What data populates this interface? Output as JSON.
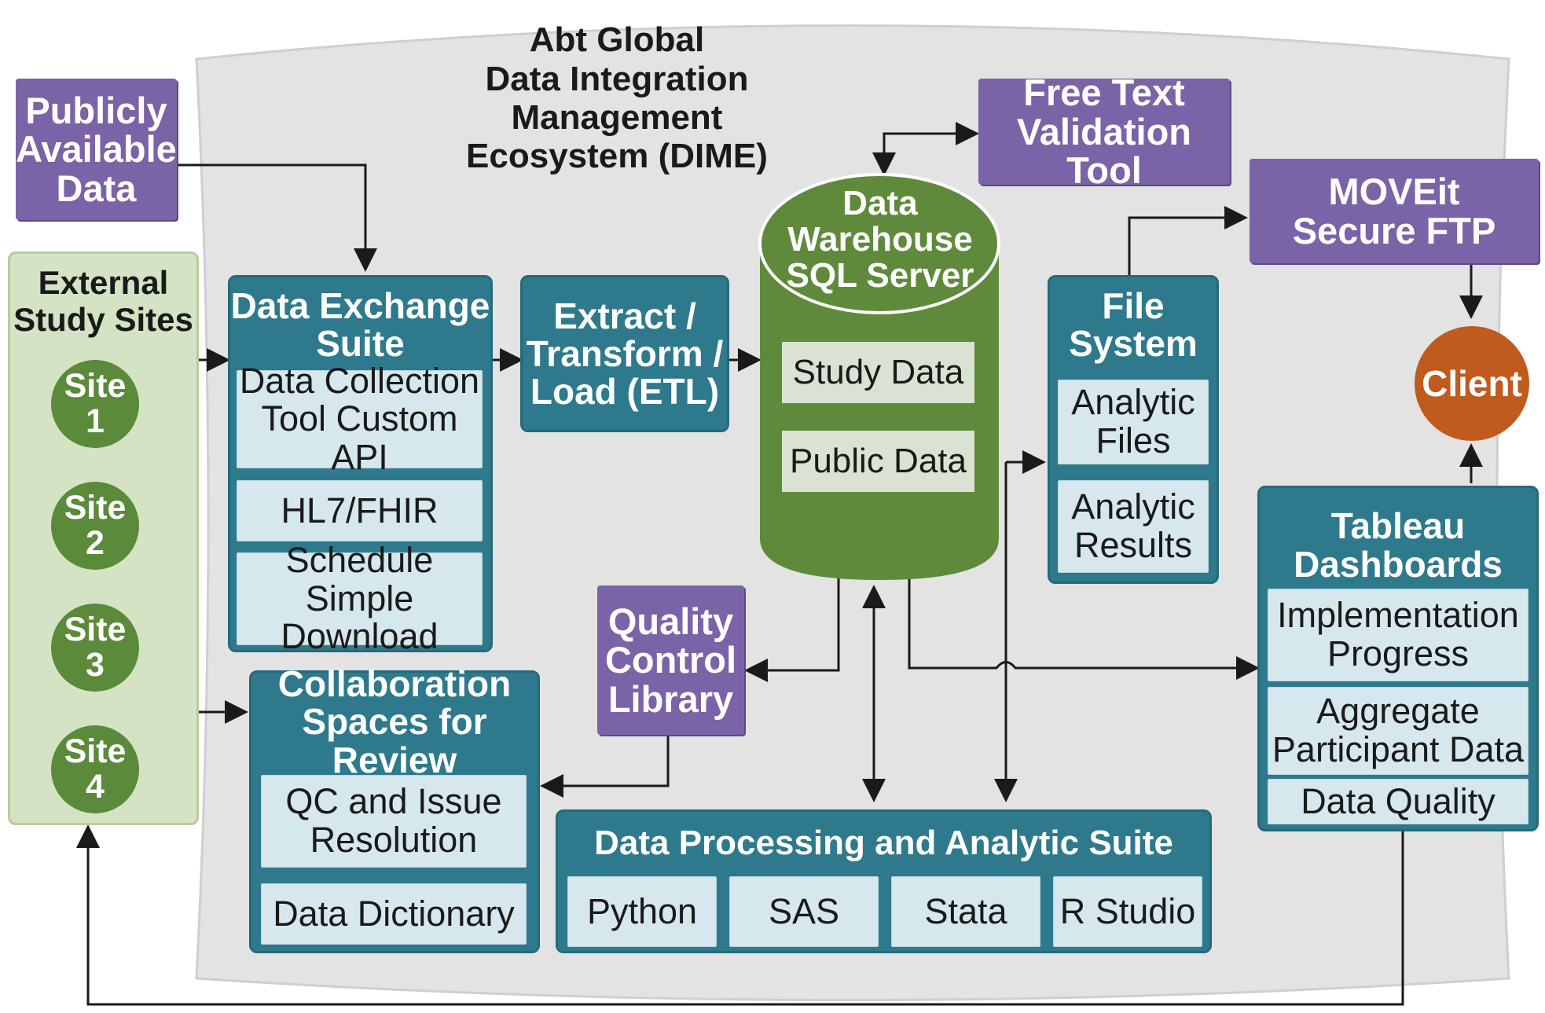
{
  "title": [
    "Abt Global",
    "Data Integration Management",
    "Ecosystem (DIME)"
  ],
  "public_data": "Publicly\nAvailable\nData",
  "free_text": "Free Text\nValidation Tool",
  "moveit": "MOVEit\nSecure FTP",
  "client": "Client",
  "external_sites": {
    "title": "External\nStudy Sites",
    "sites": [
      "Site\n1",
      "Site\n2",
      "Site\n3",
      "Site\n4"
    ]
  },
  "data_exchange": {
    "title": "Data Exchange\nSuite",
    "items": [
      "Data Collection\nTool Custom API",
      "HL7/FHIR",
      "Schedule Simple\nDownload"
    ]
  },
  "etl": "Extract /\nTransform /\nLoad (ETL)",
  "warehouse": {
    "title": "Data\nWarehouse\nSQL Server",
    "items": [
      "Study Data",
      "Public Data"
    ]
  },
  "file_system": {
    "title": "File\nSystem",
    "items": [
      "Analytic\nFiles",
      "Analytic\nResults"
    ]
  },
  "qc_library": "Quality\nControl\nLibrary",
  "collaboration": {
    "title": "Collaboration\nSpaces for Review",
    "items": [
      "QC and Issue\nResolution",
      "Data Dictionary"
    ]
  },
  "tableau": {
    "title": "Tableau\nDashboards",
    "items": [
      "Implementation\nProgress",
      "Aggregate\nParticipant Data",
      "Data Quality"
    ]
  },
  "processing": {
    "title": "Data Processing and Analytic Suite",
    "items": [
      "Python",
      "SAS",
      "Stata",
      "R Studio"
    ]
  },
  "colors": {
    "purple": "#7a63a6",
    "teal": "#2e7a8c",
    "green": "#5a8a3a",
    "orange": "#c05a1e",
    "panel_gray": "#e6e6e6"
  }
}
